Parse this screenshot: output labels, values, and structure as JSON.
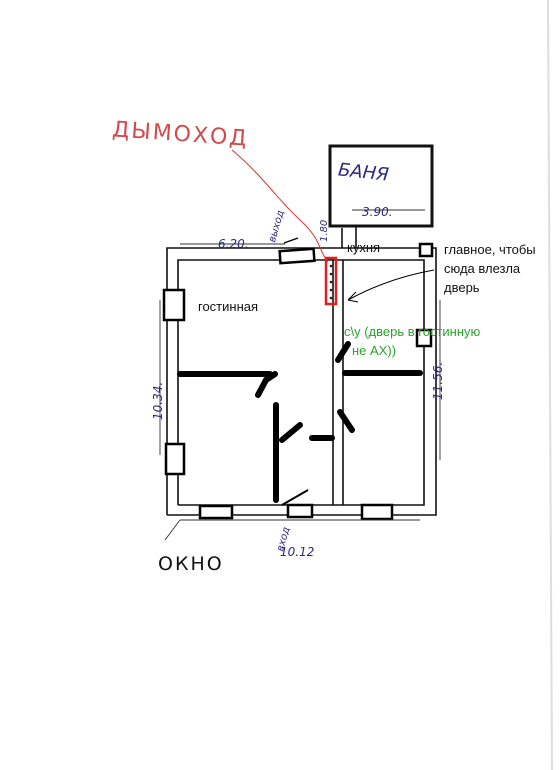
{
  "labels": {
    "chimney": "ДЫМОХОД",
    "bathhouse": "БАНЯ",
    "kitchen": "кухня",
    "living_room": "гостинная",
    "note_main": "главное, чтобы",
    "note_line2": "сюда влезла",
    "note_line3": "дверь",
    "green_note_1": "с\\у (дверь в гостинную",
    "green_note_2": "не АХ))",
    "window": "ОКНО",
    "exit_top": "выход",
    "entrance": "вход"
  },
  "dimensions": {
    "top_left": "6.20.",
    "top_right": "3.90.",
    "kitchen_width": "1.80",
    "left_side": "10.34.",
    "right_side": "11.56.",
    "bottom": "10.12"
  },
  "colors": {
    "ink": "#111111",
    "chimney_red": "#e02020",
    "green_note": "#2aa52a",
    "red_title": "#d24a4a"
  }
}
